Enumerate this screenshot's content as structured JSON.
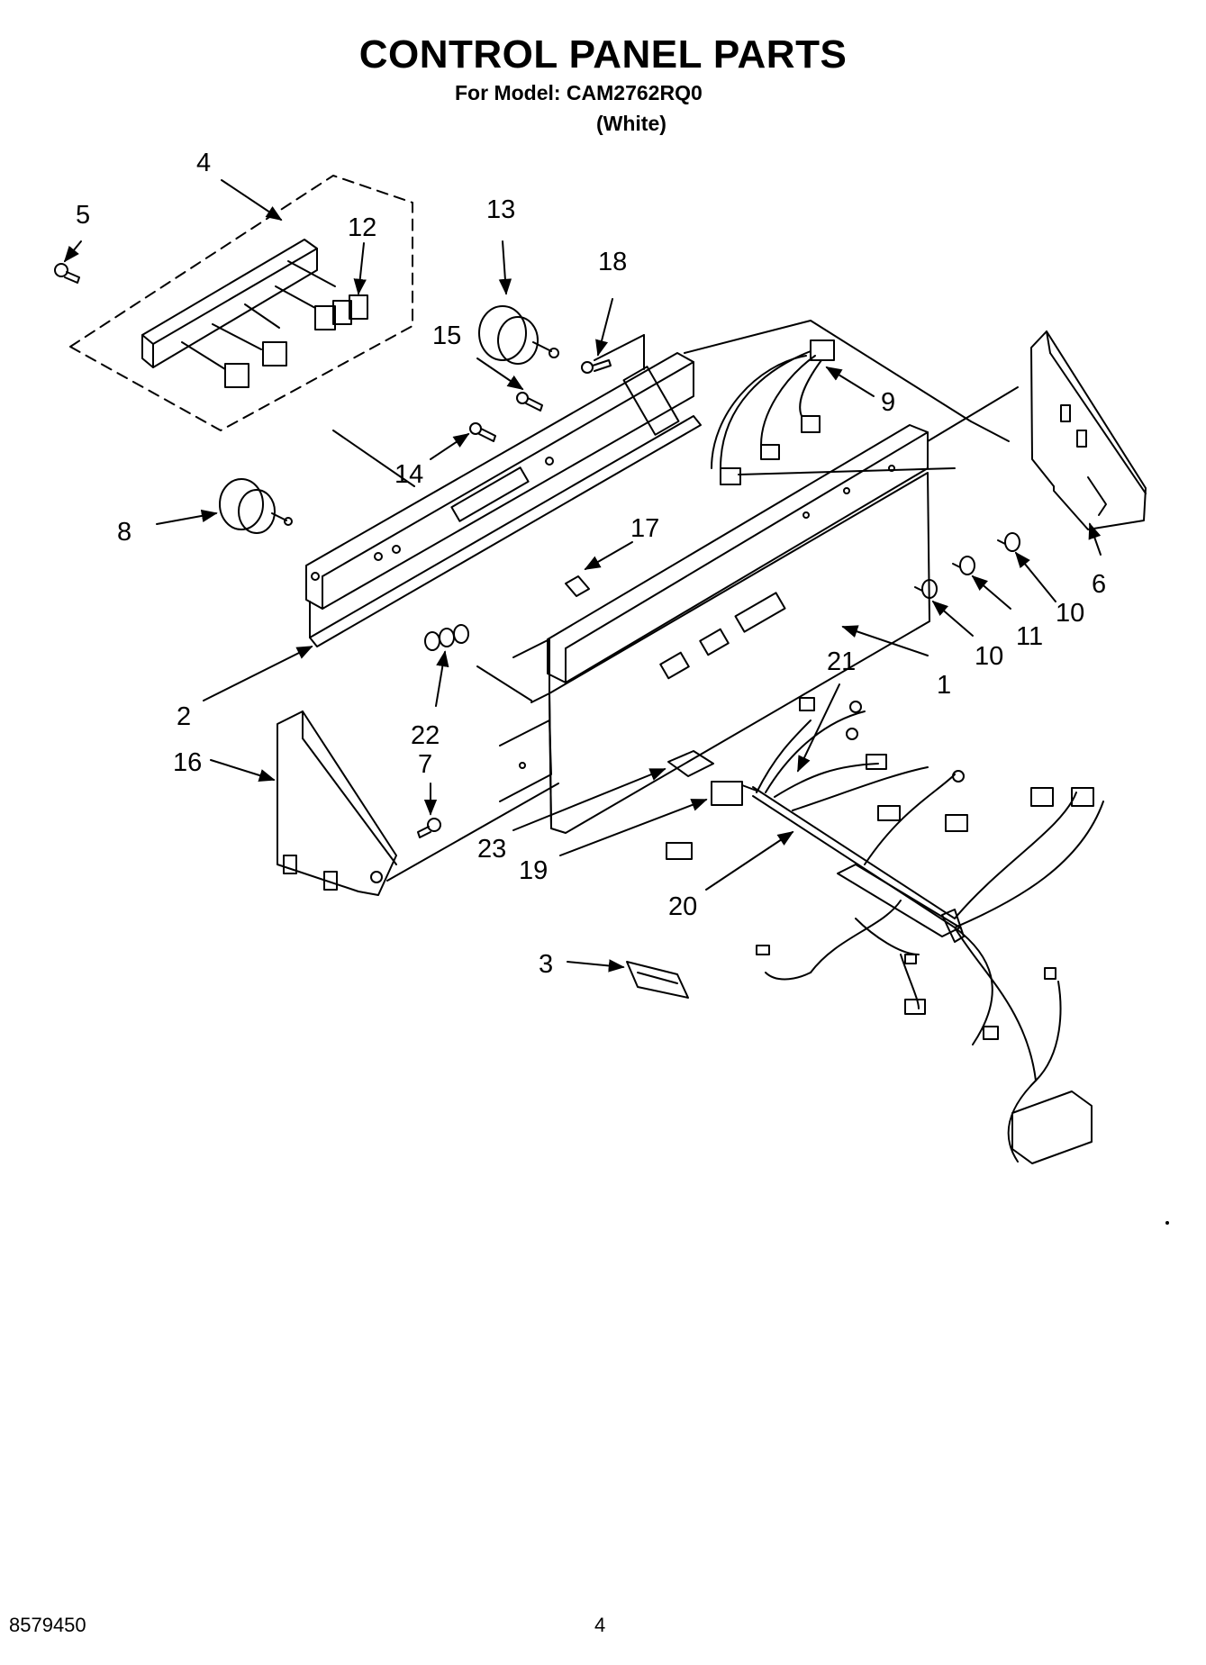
{
  "header": {
    "title": "CONTROL PANEL PARTS",
    "model_line": "For Model: CAM2762RQ0",
    "color_line": "(White)"
  },
  "callouts": [
    "1",
    "2",
    "3",
    "4",
    "5",
    "6",
    "7",
    "8",
    "9",
    "10",
    "10",
    "11",
    "12",
    "13",
    "14",
    "15",
    "16",
    "17",
    "18",
    "19",
    "20",
    "21",
    "22",
    "23"
  ],
  "footer": {
    "part_number": "8579450",
    "page_number": "4"
  }
}
